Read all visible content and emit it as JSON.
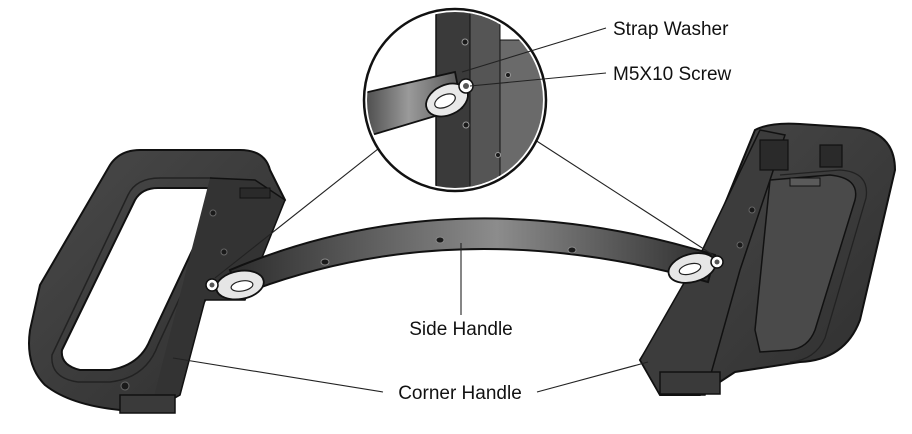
{
  "labels": {
    "strap_washer": "Strap Washer",
    "screw": "M5X10 Screw",
    "side_handle": "Side Handle",
    "corner_handle": "Corner Handle"
  },
  "colors": {
    "body_dark": "#3a3a3a",
    "body_mid": "#5a5a5a",
    "body_light": "#8a8a8a",
    "outline": "#111111",
    "washer": "#e6e6e6",
    "background": "#ffffff"
  }
}
